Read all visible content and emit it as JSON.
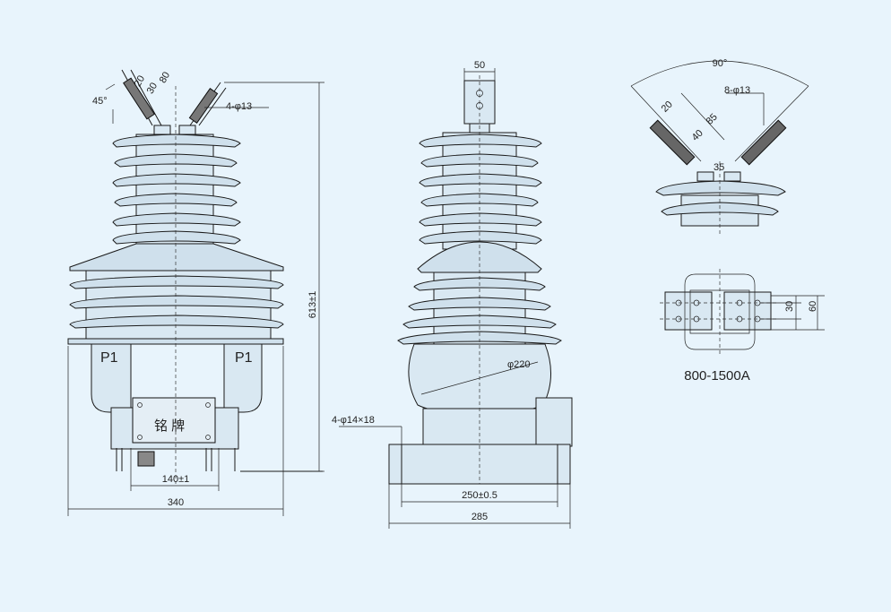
{
  "left_view": {
    "angle_label": "45°",
    "dim_20_30": "20",
    "dim_30": "30",
    "dim_80": "80",
    "hole_label": "4-φ13",
    "height_label": "613±1",
    "p1_left": "P1",
    "p1_right": "P1",
    "nameplate": "铭  牌",
    "width_140": "140±1",
    "width_340": "340"
  },
  "middle_view": {
    "top_width": "50",
    "diameter": "φ220",
    "mount_holes": "4-φ14×18",
    "width_250": "250±0.5",
    "width_285": "285"
  },
  "right_view": {
    "angle": "90°",
    "holes": "8-φ13",
    "dim_20": "20",
    "dim_85": "85",
    "dim_40": "40",
    "dim_35": "35",
    "dim_30": "30",
    "dim_60": "60",
    "rating": "800-1500A"
  }
}
